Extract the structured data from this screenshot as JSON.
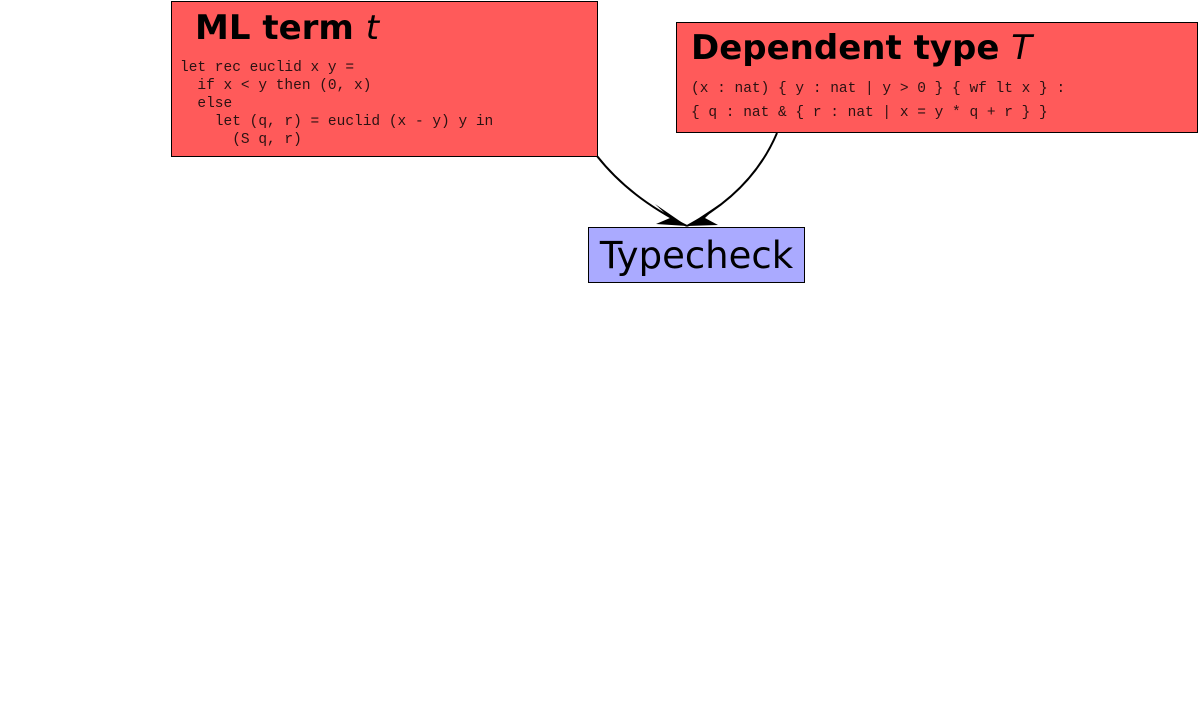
{
  "colors": {
    "term_fill": "#ff5a5a",
    "typecheck_fill": "#aaaaff",
    "stroke": "#000000"
  },
  "ml_term": {
    "title": "ML term",
    "var": "t",
    "code": "let rec euclid x y =\n  if x < y then (0, x)\n  else\n    let (q, r) = euclid (x - y) y in\n      (S q, r)"
  },
  "dependent_type": {
    "title": "Dependent type",
    "var": "T",
    "code": "(x : nat) { y : nat | y > 0 } { wf lt x } :\n{ q : nat & { r : nat | x = y * q + r } }"
  },
  "typecheck": {
    "label": "Typecheck"
  }
}
